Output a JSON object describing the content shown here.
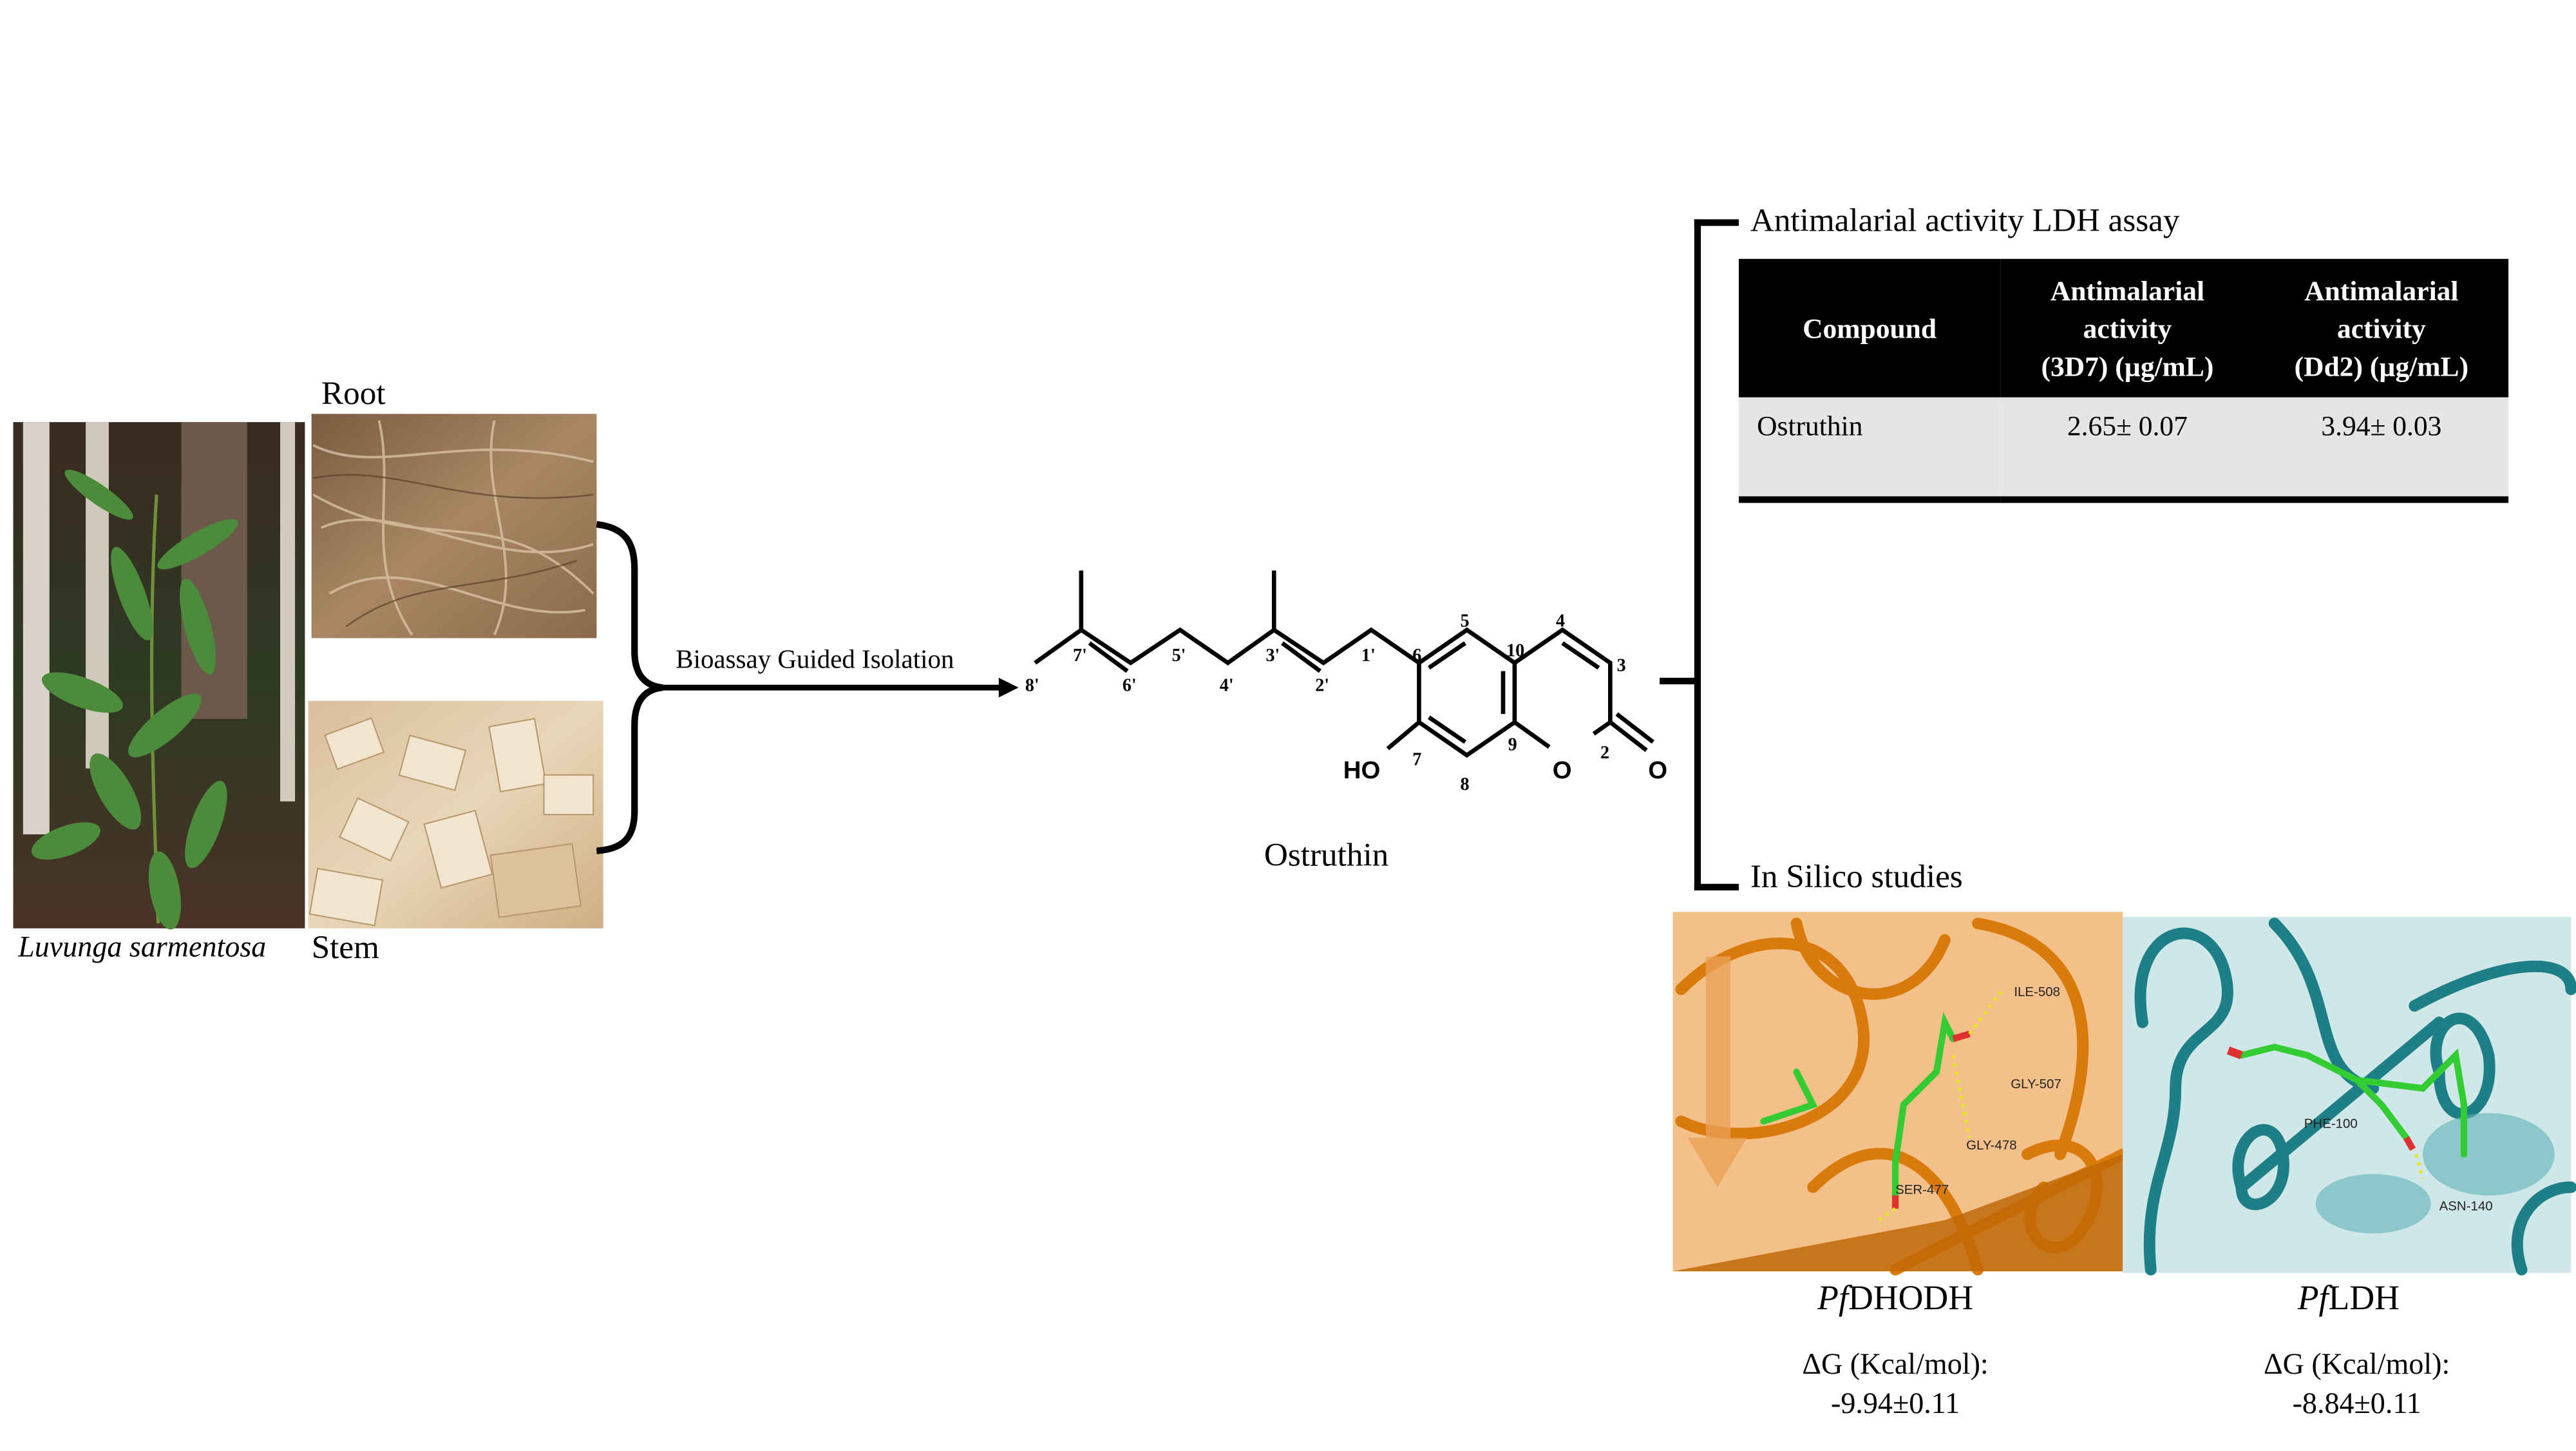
{
  "source": {
    "plant_caption": "Luvunga sarmentosa",
    "root_label": "Root",
    "stem_label": "Stem",
    "process_label": "Bioassay Guided Isolation"
  },
  "compound": {
    "name": "Ostruthin",
    "atom_labels": [
      "8'",
      "7'",
      "6'",
      "5'",
      "4'",
      "3'",
      "2'",
      "1'",
      "6",
      "5",
      "10",
      "4",
      "3",
      "2",
      "9",
      "7",
      "8"
    ],
    "hydroxyl": "HO",
    "ring_oxygen": "O",
    "carbonyl_oxygen": "O"
  },
  "assay": {
    "title": "Antimalarial activity LDH assay",
    "headers": [
      "Compound",
      "Antimalarial activity (3D7) (µg/mL)",
      "Antimalarial activity (Dd2) (µg/mL)"
    ],
    "header_lines": [
      [
        "Compound"
      ],
      [
        "Antimalarial",
        "activity",
        "(3D7) (µg/mL)"
      ],
      [
        "Antimalarial",
        "activity",
        "(Dd2) (µg/mL)"
      ]
    ],
    "rows": [
      [
        "Ostruthin",
        "2.65± 0.07",
        "3.94± 0.03"
      ]
    ]
  },
  "in_silico": {
    "title": "In Silico studies",
    "targets": [
      {
        "prefix": "Pf",
        "name": "DHODH",
        "dg_label": "ΔG (Kcal/mol):",
        "dg_value": "-9.94±0.11",
        "residues": [
          "ILE-508",
          "GLY-507",
          "GLY-478",
          "SER-477"
        ],
        "color": "#d97a0c"
      },
      {
        "prefix": "Pf",
        "name": "LDH",
        "dg_label": "ΔG (Kcal/mol):",
        "dg_value": "-8.84±0.11",
        "residues": [
          "PHE-100",
          "ASN-140"
        ],
        "color": "#1f7f86"
      }
    ]
  }
}
